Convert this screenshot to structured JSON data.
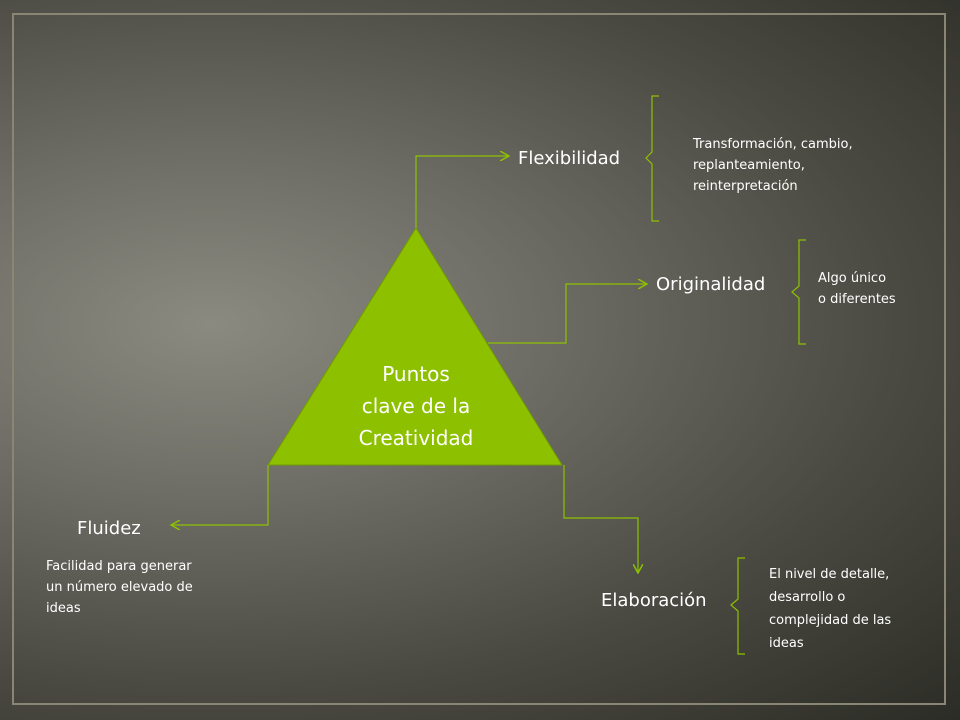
{
  "colors": {
    "accent": "#8dc100",
    "line": "#8dc100",
    "text": "#ffffff"
  },
  "center": {
    "line1": "Puntos",
    "line2": "clave de la",
    "line3": "Creatividad"
  },
  "nodes": {
    "flexibilidad": {
      "label": "Flexibilidad",
      "desc_line1": "Transformación, cambio,",
      "desc_line2": "replanteamiento,",
      "desc_line3": "reinterpretación"
    },
    "originalidad": {
      "label": "Originalidad",
      "desc_line1": "Algo único",
      "desc_line2": "o diferentes"
    },
    "fluidez": {
      "label": "Fluidez",
      "desc_line1": "Facilidad para generar",
      "desc_line2": "un número elevado de",
      "desc_line3": "ideas"
    },
    "elaboracion": {
      "label": "Elaboración",
      "desc_line1": "El nivel de detalle,",
      "desc_line2": "desarrollo o",
      "desc_line3": "complejidad de las",
      "desc_line4": "ideas"
    }
  }
}
